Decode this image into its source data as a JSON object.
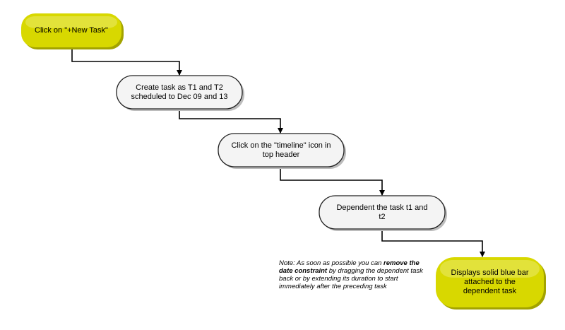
{
  "colors": {
    "start_end_fill": "#d8d800",
    "start_end_shadow": "#a3a300",
    "process_fill": "#f4f4f4",
    "process_shadow": "#bcbcbc",
    "connector": "#000000"
  },
  "nodes": [
    {
      "id": "start",
      "shape": "terminator",
      "text": "Click on \"+New Task\""
    },
    {
      "id": "create-task",
      "shape": "process",
      "text": "Create task as T1 and T2\nscheduled to Dec 09 and 13"
    },
    {
      "id": "timeline-icon",
      "shape": "process",
      "text": "Click on the \"timeline\" icon in\ntop header"
    },
    {
      "id": "dependent",
      "shape": "process",
      "text": "Dependent the task t1  and\nt2"
    },
    {
      "id": "end",
      "shape": "terminator",
      "text": "Displays solid blue bar\nattached to the\ndependent task"
    }
  ],
  "edges": [
    {
      "from": "start",
      "to": "create-task"
    },
    {
      "from": "create-task",
      "to": "timeline-icon"
    },
    {
      "from": "timeline-icon",
      "to": "dependent"
    },
    {
      "from": "dependent",
      "to": "end"
    }
  ],
  "note": {
    "prefix": "Note:   As soon as possible you can ",
    "bold": "remove the date constraint",
    "suffix": " by dragging the dependent task back or by extending its duration to start immediately after the preceding task"
  }
}
